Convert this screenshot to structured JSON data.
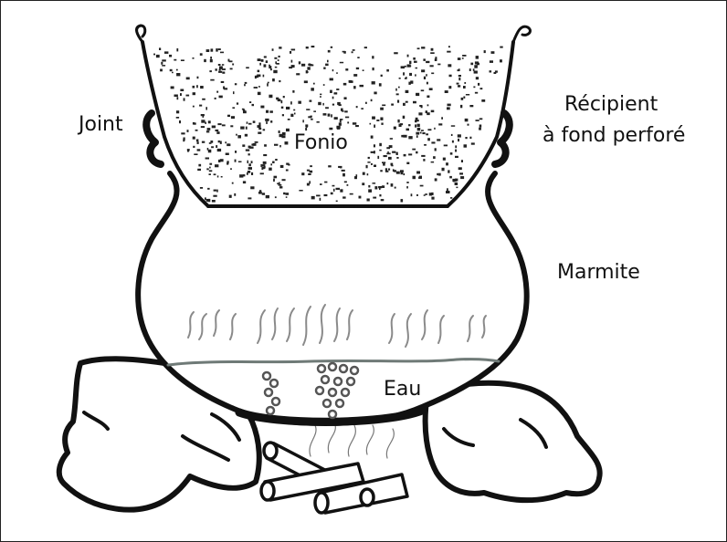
{
  "diagram": {
    "labels": {
      "joint": "Joint",
      "fonio": "Fonio",
      "recipient_line1": "Récipient",
      "recipient_line2": "à fond perforé",
      "marmite": "Marmite",
      "eau": "Eau"
    },
    "colors": {
      "ink": "#111111",
      "water": "#6f7a77",
      "steam": "#8a8a8a",
      "bubbles": "#555555"
    }
  }
}
